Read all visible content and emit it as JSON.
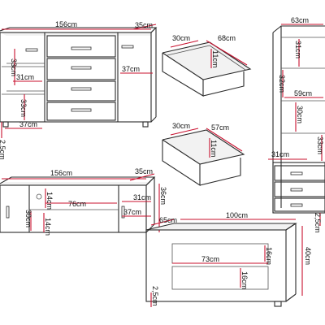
{
  "dimensions": {
    "sideboard_width": "156cm",
    "sideboard_depth": "35cm",
    "sideboard_inner_width": "31cm",
    "sideboard_shelf_left": "33cm",
    "sideboard_shelf_mid": "33cm",
    "sideboard_shelf_low": "37cm",
    "sideboard_right_width": "37cm",
    "sideboard_leg": "2,5cm",
    "drawer1_depth": "30cm",
    "drawer1_width": "68cm",
    "drawer1_height": "11cm",
    "drawer2_depth": "30cm",
    "drawer2_width": "57cm",
    "drawer2_height": "11cm",
    "shelf_unit_depth": "63cm",
    "shelf_unit_top": "31cm",
    "shelf_unit_inner1": "32cm",
    "shelf_unit_width": "59cm",
    "shelf_unit_inner2": "30cm",
    "shelf_unit_inner3": "33cm",
    "shelf_unit_side": "31cm",
    "shelf_unit_leg": "2,5cm",
    "tv_width": "156cm",
    "tv_depth": "35cm",
    "tv_height": "36cm",
    "tv_inner_height": "14cm",
    "tv_inner_width": "76cm",
    "tv_left_height": "30cm",
    "tv_low_height": "14cm",
    "tv_right_width": "31cm",
    "tv_right_low": "37cm",
    "table_depth": "65cm",
    "table_width": "100cm",
    "table_height": "40cm",
    "table_inner_width": "73cm",
    "table_inner_height": "16cm",
    "table_low_height": "16cm",
    "table_leg": "2,5cm"
  }
}
